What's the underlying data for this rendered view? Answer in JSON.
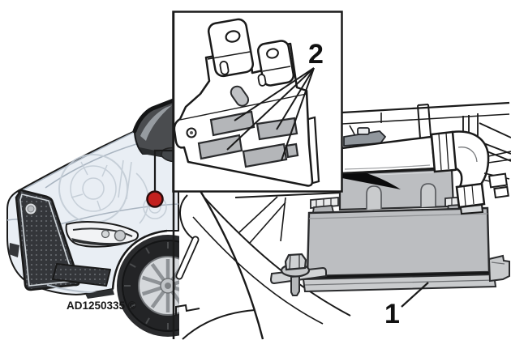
{
  "figure": {
    "watermark": "AD1250335 ©"
  },
  "inset": {
    "label": "2"
  },
  "main_view": {
    "label": "1"
  },
  "colors": {
    "line": "#1a1a1a",
    "marker_red": "#c3211f",
    "module_gray": "#bcbec1",
    "flange_gray": "#c9cbcd",
    "pad_gray": "#b4b6b9",
    "car_body": "#e9eef4",
    "glass": "#4a4c4f",
    "grille": "#34363a",
    "tire": "#232426"
  }
}
